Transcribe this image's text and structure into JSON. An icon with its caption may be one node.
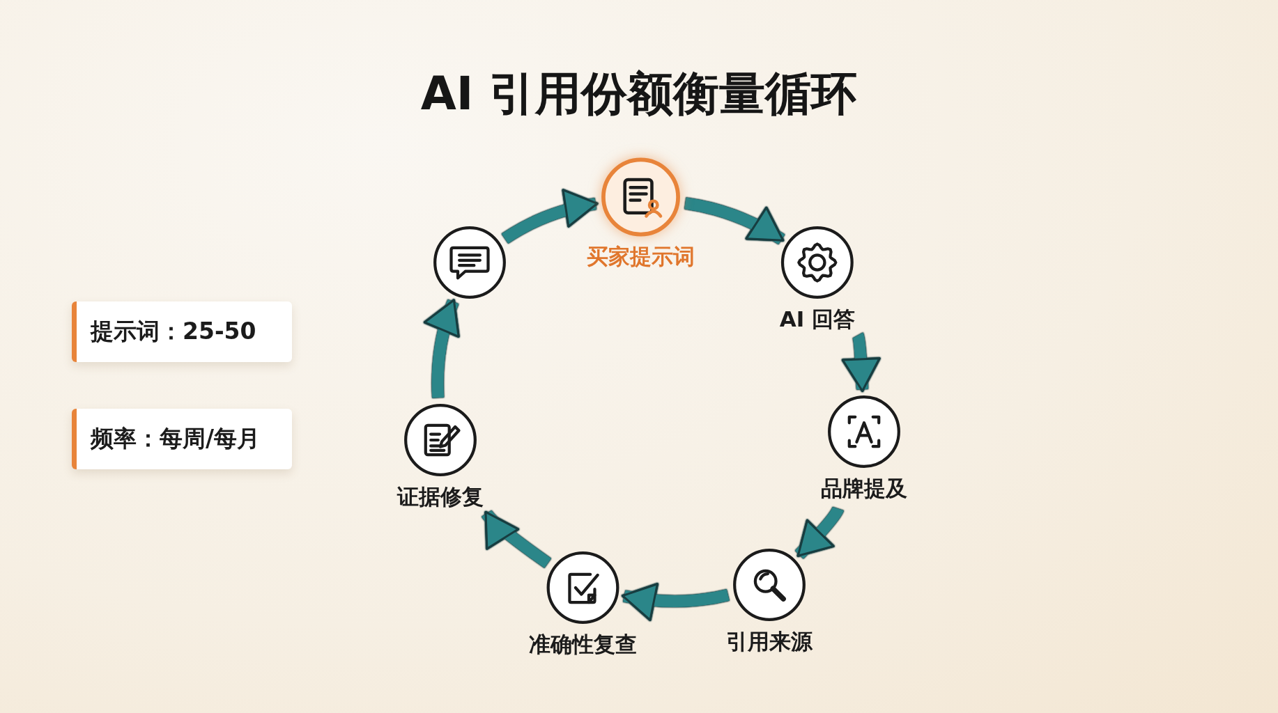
{
  "diagram": {
    "title": "AI 引用份额衡量循环",
    "nodes": [
      {
        "text": [
          "买家提示词"
        ]
      },
      {
        "text": [
          "AI 回答"
        ]
      },
      {
        "text": [
          "品牌提及"
        ]
      },
      {
        "text": [
          "引用来源"
        ]
      },
      {
        "text": [
          "准确性复查"
        ]
      },
      {
        "text": [
          "证据修复"
        ]
      },
      {
        "text": [],
        "shape": "circle"
      },
      {
        "text": [
          "提示词：25-50"
        ]
      },
      {
        "text": [
          "频率：每周/每月"
        ]
      }
    ],
    "edges": [
      {
        "from": 0,
        "to": 1,
        "arrow": "to"
      },
      {
        "from": 1,
        "to": 2,
        "arrow": "to"
      },
      {
        "from": 2,
        "to": 3,
        "arrow": "to"
      },
      {
        "from": 3,
        "to": 4,
        "arrow": "to"
      },
      {
        "from": 4,
        "to": 5,
        "arrow": "to"
      },
      {
        "from": 5,
        "to": 6,
        "arrow": "to"
      },
      {
        "from": 6,
        "to": 0,
        "arrow": "to"
      }
    ]
  }
}
